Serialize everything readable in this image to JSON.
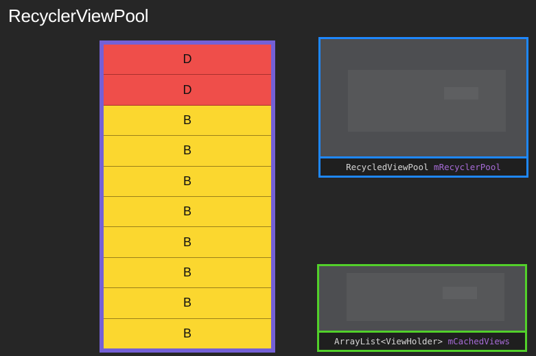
{
  "title": "RecyclerViewPool",
  "stack": {
    "items": [
      {
        "label": "D",
        "color": "#ef4e4a"
      },
      {
        "label": "D",
        "color": "#ef4e4a"
      },
      {
        "label": "B",
        "color": "#fbd72f"
      },
      {
        "label": "B",
        "color": "#fbd72f"
      },
      {
        "label": "B",
        "color": "#fbd72f"
      },
      {
        "label": "B",
        "color": "#fbd72f"
      },
      {
        "label": "B",
        "color": "#fbd72f"
      },
      {
        "label": "B",
        "color": "#fbd72f"
      },
      {
        "label": "B",
        "color": "#fbd72f"
      },
      {
        "label": "B",
        "color": "#fbd72f"
      }
    ],
    "border_color": "#7460d6"
  },
  "recycled_pool": {
    "type": "RecycledViewPool",
    "name": "mRecyclerPool",
    "border_color": "#1e88ff"
  },
  "cached_views": {
    "type": "ArrayList<ViewHolder>",
    "name": "mCachedViews",
    "border_color": "#52d12a"
  }
}
